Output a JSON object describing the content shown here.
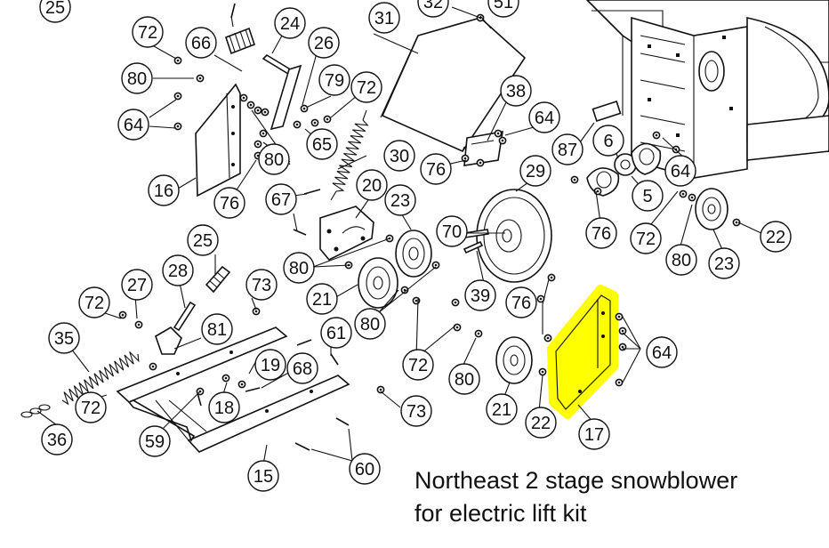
{
  "caption": {
    "line1": "Northeast 2 stage snowblower",
    "line2": "for electric lift kit"
  },
  "highlight": {
    "part": "17",
    "color": "#ffff00"
  },
  "callouts": [
    "25",
    "32",
    "51",
    "24",
    "72",
    "66",
    "26",
    "31",
    "80",
    "79",
    "72",
    "38",
    "64",
    "64",
    "65",
    "30",
    "87",
    "6",
    "80",
    "16",
    "76",
    "76",
    "64",
    "29",
    "67",
    "20",
    "23",
    "5",
    "70",
    "25",
    "80",
    "76",
    "72",
    "80",
    "22",
    "23",
    "28",
    "73",
    "21",
    "39",
    "76",
    "27",
    "72",
    "80",
    "64",
    "35",
    "81",
    "61",
    "19",
    "68",
    "72",
    "80",
    "72",
    "18",
    "21",
    "22",
    "73",
    "17",
    "36",
    "59",
    "60",
    "15"
  ]
}
